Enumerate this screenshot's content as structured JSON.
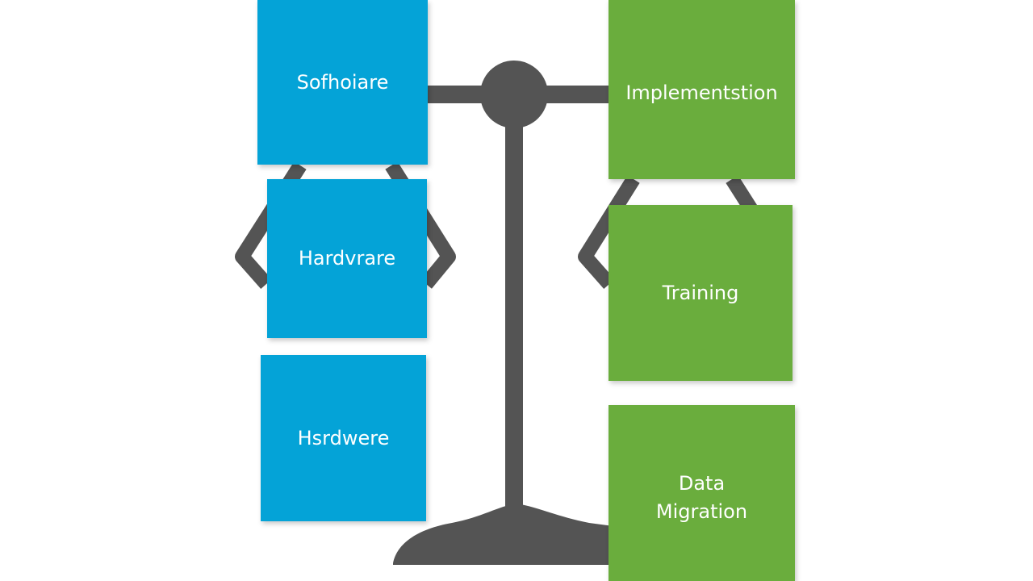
{
  "colors": {
    "blue_box": "#04a3d7",
    "green_box": "#6aad3d",
    "scale": "#545454",
    "background": "#ffffff"
  },
  "icons": {
    "scale": "balance-scale-icon"
  },
  "left_boxes": [
    {
      "label": "Sofhoiare"
    },
    {
      "label": "Hardvrare"
    },
    {
      "label": "Hsrdwere"
    }
  ],
  "right_boxes": [
    {
      "label": "Implementstion"
    },
    {
      "label": "Training"
    },
    {
      "label_line1": "Data",
      "label_line2": "Migration"
    }
  ]
}
